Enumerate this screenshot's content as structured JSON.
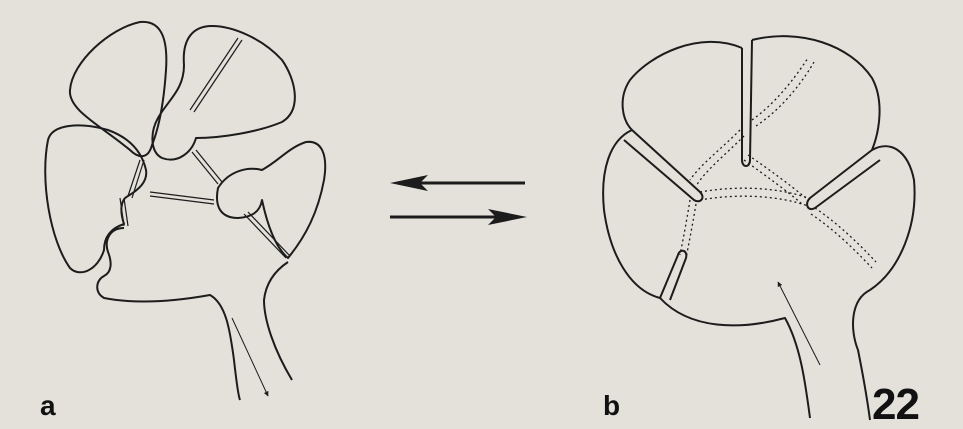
{
  "figure": {
    "panel_a_label": "a",
    "panel_b_label": "b",
    "figure_number": "22",
    "line_color": "#1c1c1c",
    "background": "#e3e1da"
  }
}
